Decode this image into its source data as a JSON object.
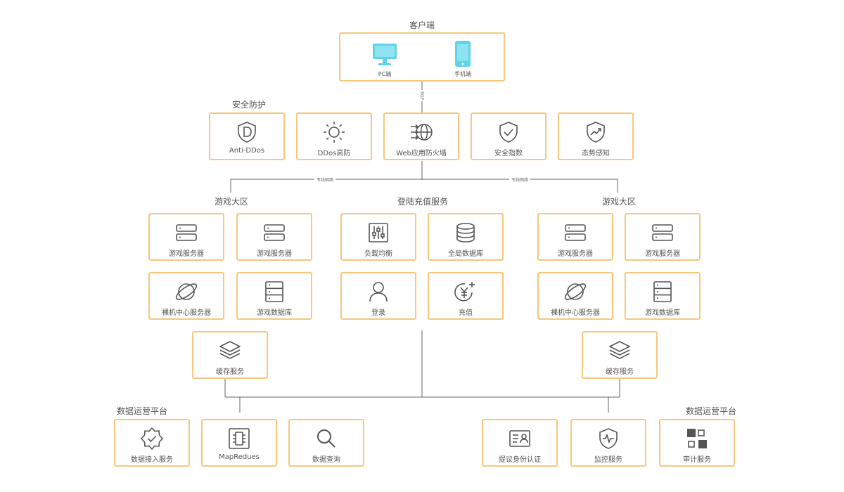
{
  "client": {
    "title": "客户端",
    "pc_label": "PC端",
    "mobile_label": "手机端",
    "link_label": "BGP"
  },
  "security": {
    "title": "安全防护",
    "items": [
      "Anti-DDos",
      "DDos高防",
      "Web应用防火墙",
      "安全指数",
      "态势感知"
    ]
  },
  "network_labels": {
    "left": "专线网络",
    "right": "专线网络"
  },
  "zone_left": {
    "title": "游戏大区",
    "items": [
      "游戏服务器",
      "游戏服务器",
      "裸机中心服务器",
      "游戏数据库",
      "缓存服务"
    ]
  },
  "login": {
    "title": "登陆充值服务",
    "items": [
      "负载均衡",
      "全局数据库",
      "登录",
      "充值"
    ]
  },
  "zone_right": {
    "title": "游戏大区",
    "items": [
      "游戏服务器",
      "游戏服务器",
      "裸机中心服务器",
      "游戏数据库",
      "缓存服务"
    ]
  },
  "ops_left": {
    "title": "数据运营平台",
    "items": [
      "数据接入服务",
      "MapRedues",
      "数据查询"
    ]
  },
  "ops_right": {
    "title": "数据运营平台",
    "items": [
      "提议身份认证",
      "监控服务",
      "审计服务"
    ]
  },
  "colors": {
    "border": "#f7c77d",
    "icon": "#555555",
    "device": "#5fd3e8",
    "line": "#555555"
  }
}
